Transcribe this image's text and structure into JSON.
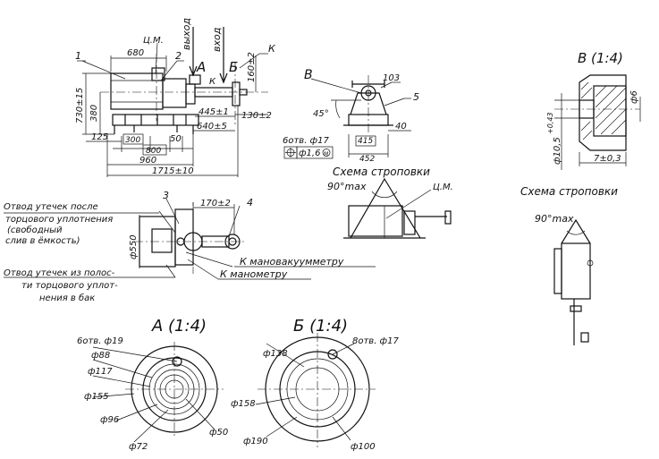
{
  "main_view": {
    "callouts": [
      "1",
      "2",
      "Ц.М.",
      "К"
    ],
    "flow_labels": [
      "выход",
      "вход"
    ],
    "section_marks": [
      "А",
      "Б",
      "К"
    ],
    "dims": {
      "d680": "680",
      "d730": "730±15",
      "d380": "380",
      "d160": "160±2",
      "d445": "445±1",
      "d640": "640±5",
      "d130": "130±2",
      "d125": "125",
      "d300": "300",
      "d50": "50",
      "d800": "800",
      "d960": "960",
      "d1715": "1715±10"
    }
  },
  "side_view": {
    "section_mark": "В",
    "callouts": [
      "103",
      "5"
    ],
    "angle": "45°",
    "dims": {
      "d40": "40",
      "d415": "415",
      "d452": "452"
    },
    "holes": "6отв. ф17",
    "tolerance_value": "ф1,6",
    "tolerance_mod": "M"
  },
  "rigging_scheme_1": {
    "title": "Схема строповки",
    "angle": "90°max",
    "mark": "Ц.М."
  },
  "plan_view": {
    "callouts": [
      "3",
      "4"
    ],
    "d170": "170±2",
    "d550": "ф550",
    "note_top": [
      "Отвод утечек после",
      "торцового уплотнения",
      "(свободный",
      "слив в ёмкость)"
    ],
    "to_vacuum_gauge": "К мановакуумметру",
    "to_manometer": "К манометру",
    "note_bottom": [
      "Отвод утечек из полос-",
      "ти торцового уплот-",
      "нения в бак"
    ]
  },
  "detail_v": {
    "title": "В (1:4)",
    "d6": "ф6",
    "d105": "ф10,5",
    "tol": "+0,43",
    "d7": "7±0,3"
  },
  "rigging_scheme_2": {
    "title": "Схема строповки",
    "angle": "90°max"
  },
  "view_a": {
    "title": "А (1:4)",
    "holes": "6отв. ф19",
    "dims": [
      "ф88",
      "ф117",
      "ф155",
      "ф96",
      "ф72",
      "ф50"
    ]
  },
  "view_b": {
    "title": "Б (1:4)",
    "holes": "8отв. ф17",
    "dims": [
      "ф138",
      "ф158",
      "ф190",
      "ф100"
    ]
  }
}
